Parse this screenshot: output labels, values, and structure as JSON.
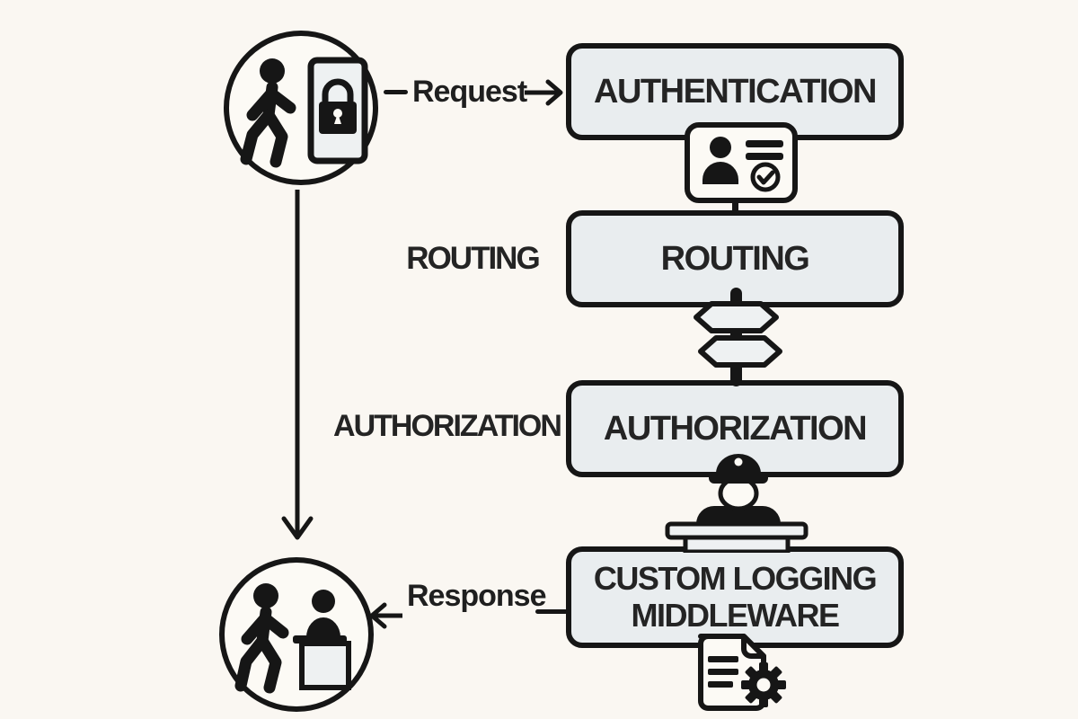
{
  "diagram": {
    "type": "middleware-request-pipeline",
    "flow": {
      "request_label": "Request",
      "response_label": "Response"
    },
    "side_labels": {
      "routing": "ROUTING",
      "authorization": "AUTHORIZATION"
    },
    "boxes": {
      "authentication": "AUTHENTICATION",
      "routing": "ROUTING",
      "authorization": "AUTHORIZATION",
      "custom_logging": "CUSTOM LOGGING MIDDLEWARE"
    },
    "icons": {
      "start_endpoint": "user-entering-locked-door-icon",
      "after_authentication": "id-card-check-icon",
      "after_routing": "signpost-icon",
      "after_authorization": "security-guard-desk-icon",
      "after_custom_logging": "log-document-gear-icon",
      "end_endpoint": "user-at-reception-desk-icon",
      "request_arrow": "right-arrow-icon",
      "response_arrow": "left-arrow-icon",
      "flow_down": "down-arrow-icon"
    },
    "colors": {
      "background": "#faf7f2",
      "box_fill": "#e9edef",
      "ink": "#161616",
      "text": "#242424",
      "icon_paper": "#fcfaf5"
    }
  }
}
